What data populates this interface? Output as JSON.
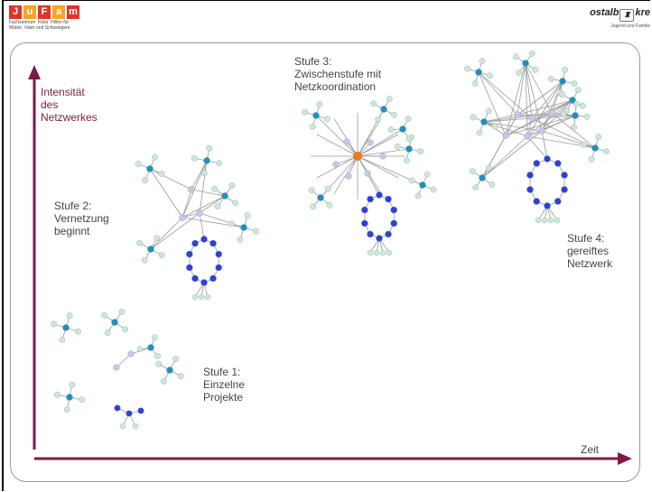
{
  "header": {
    "logo_left_letters": [
      "J",
      "u",
      "F",
      "a",
      "m"
    ],
    "logo_left_subtitle": "Fachzentrum  frühe  Hilfen für\nMütter, Väter und Schwangere",
    "logo_right_brand_left": "ostalb",
    "logo_right_brand_right": "kre",
    "logo_right_subtitle": "Jugend und Familie"
  },
  "axes": {
    "y_label": "Intensität\ndes\nNetzwerkes",
    "x_label": "Zeit"
  },
  "stages": [
    {
      "label": "Stufe 1:\nEinzelne\nProjekte"
    },
    {
      "label": "Stufe 2:\nVernetzung\nbeginnt"
    },
    {
      "label": "Stufe 3:\nZwischenstufe mit\nNetzkoordination"
    },
    {
      "label": "Stufe 4:\ngereiftes\nNetzwerk"
    }
  ],
  "colors": {
    "axis": "#7b1b47",
    "leaf_node": "#cde8d6",
    "hub_node": "#1f8fbf",
    "lavender_node": "#c7c4ef",
    "blue_node": "#2f3fd8",
    "coordinator_node": "#f07a1a",
    "edge": "#9a9a9a"
  }
}
